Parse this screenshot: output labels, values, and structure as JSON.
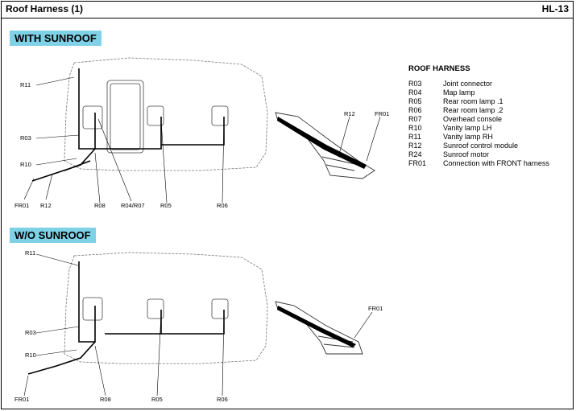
{
  "header": {
    "title": "Roof Harness (1)",
    "page": "HL-13"
  },
  "sections": {
    "with_sunroof": {
      "tag": "WITH SUNROOF",
      "labels": {
        "R11": "R11",
        "R03": "R03",
        "R10": "R10",
        "FR01": "FR01",
        "R12": "R12",
        "R08": "R08",
        "R04R07": "R04/R07",
        "R05": "R05",
        "R06": "R06",
        "detail_R12": "R12",
        "detail_FR01": "FR01"
      }
    },
    "wo_sunroof": {
      "tag": "W/O SUNROOF",
      "labels": {
        "R11": "R11",
        "R03": "R03",
        "R10": "R10",
        "FR01": "FR01",
        "R08": "R08",
        "R05": "R05",
        "R06": "R06",
        "detail_FR01": "FR01"
      }
    }
  },
  "legend": {
    "title": "ROOF HARNESS",
    "items": [
      {
        "code": "R03",
        "desc": "Joint connector"
      },
      {
        "code": "R04",
        "desc": "Map lamp"
      },
      {
        "code": "R05",
        "desc": "Rear room lamp .1"
      },
      {
        "code": "R06",
        "desc": "Rear room lamp .2"
      },
      {
        "code": "R07",
        "desc": "Overhead console"
      },
      {
        "code": "R10",
        "desc": "Vanity lamp LH"
      },
      {
        "code": "R11",
        "desc": "Vanity lamp RH"
      },
      {
        "code": "R12",
        "desc": "Sunroof control module"
      },
      {
        "code": "R24",
        "desc": "Sunroof motor"
      },
      {
        "code": "FR01",
        "desc": "Connection with FRONT harness"
      }
    ]
  }
}
